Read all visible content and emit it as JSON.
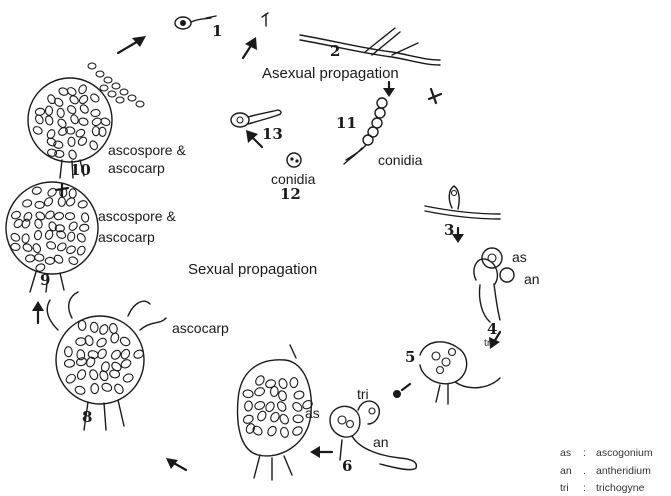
{
  "labels": {
    "asexual_title": "Asexual propagation",
    "sexual_title": "Sexual propagation",
    "conidia_11": "conidia",
    "conidia_12": "conidia",
    "ascospore_10_a": "ascospore &",
    "ascospore_10_b": "ascocarp",
    "ascospore_9_a": "ascospore &",
    "ascospore_9_b": "ascocarp",
    "ascocarp_8": "ascocarp",
    "as_4": "as",
    "an_4": "an",
    "tri_5": "tri",
    "as_6": "as",
    "tri_6": "tri",
    "an_6": "an"
  },
  "stages": {
    "s1": "1",
    "s2": "2",
    "s3": "3",
    "s4": "4",
    "s5": "5",
    "s6": "6",
    "s8": "8",
    "s9": "9",
    "s10": "10",
    "s11": "11",
    "s12": "12",
    "s13": "13"
  },
  "legend": [
    {
      "abbr": "as",
      "sep": ":",
      "term": "ascogonium"
    },
    {
      "abbr": "an",
      "sep": ".",
      "term": "antheridium"
    },
    {
      "abbr": "tri",
      "sep": ":",
      "term": "trichogyne"
    }
  ]
}
